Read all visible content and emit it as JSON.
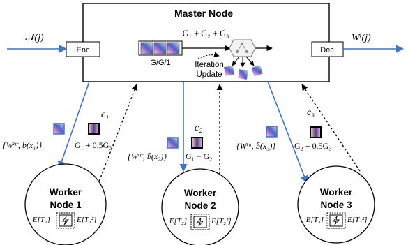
{
  "master": {
    "title": "Master Node",
    "enc": "Enc",
    "dec": "Dec",
    "queue": "G/G/1",
    "sum": "G₁ + G₂ + G₃",
    "iter1": "Iteration",
    "iter2": "Update"
  },
  "io": {
    "input": "𝒩(j)",
    "output": "Wⁱ(j)"
  },
  "workers": [
    {
      "line1": "Worker",
      "line2": "Node 1",
      "c": "c₁",
      "up": "{Wⁱᵗʳ, b̄(x₁)}",
      "down": "G₁ + 0.5G₃",
      "stat_left": "E[T₁]",
      "stat_right": "E[T₁²]"
    },
    {
      "line1": "Worker",
      "line2": "Node 2",
      "c": "c₂",
      "up": "{Wⁱᵗʳ, b̄(x₂)}",
      "down": "G₁ − G₂",
      "stat_left": "E[T₂]",
      "stat_right": "E[T₂²]"
    },
    {
      "line1": "Worker",
      "line2": "Node 3",
      "c": "c₃",
      "up": "{Wⁱᵗʳ, b̄(x₃)}",
      "down": "G₂ + 0.5G₃",
      "stat_left": "E[T₃]",
      "stat_right": "E[T₃²]"
    }
  ],
  "colors": {
    "arrow_blue": "#4472c4",
    "dashed": "#000000",
    "outline": "#000000"
  },
  "icons": [
    "gradient-square-icon",
    "chip-lightning-icon",
    "server-tree-icon"
  ]
}
